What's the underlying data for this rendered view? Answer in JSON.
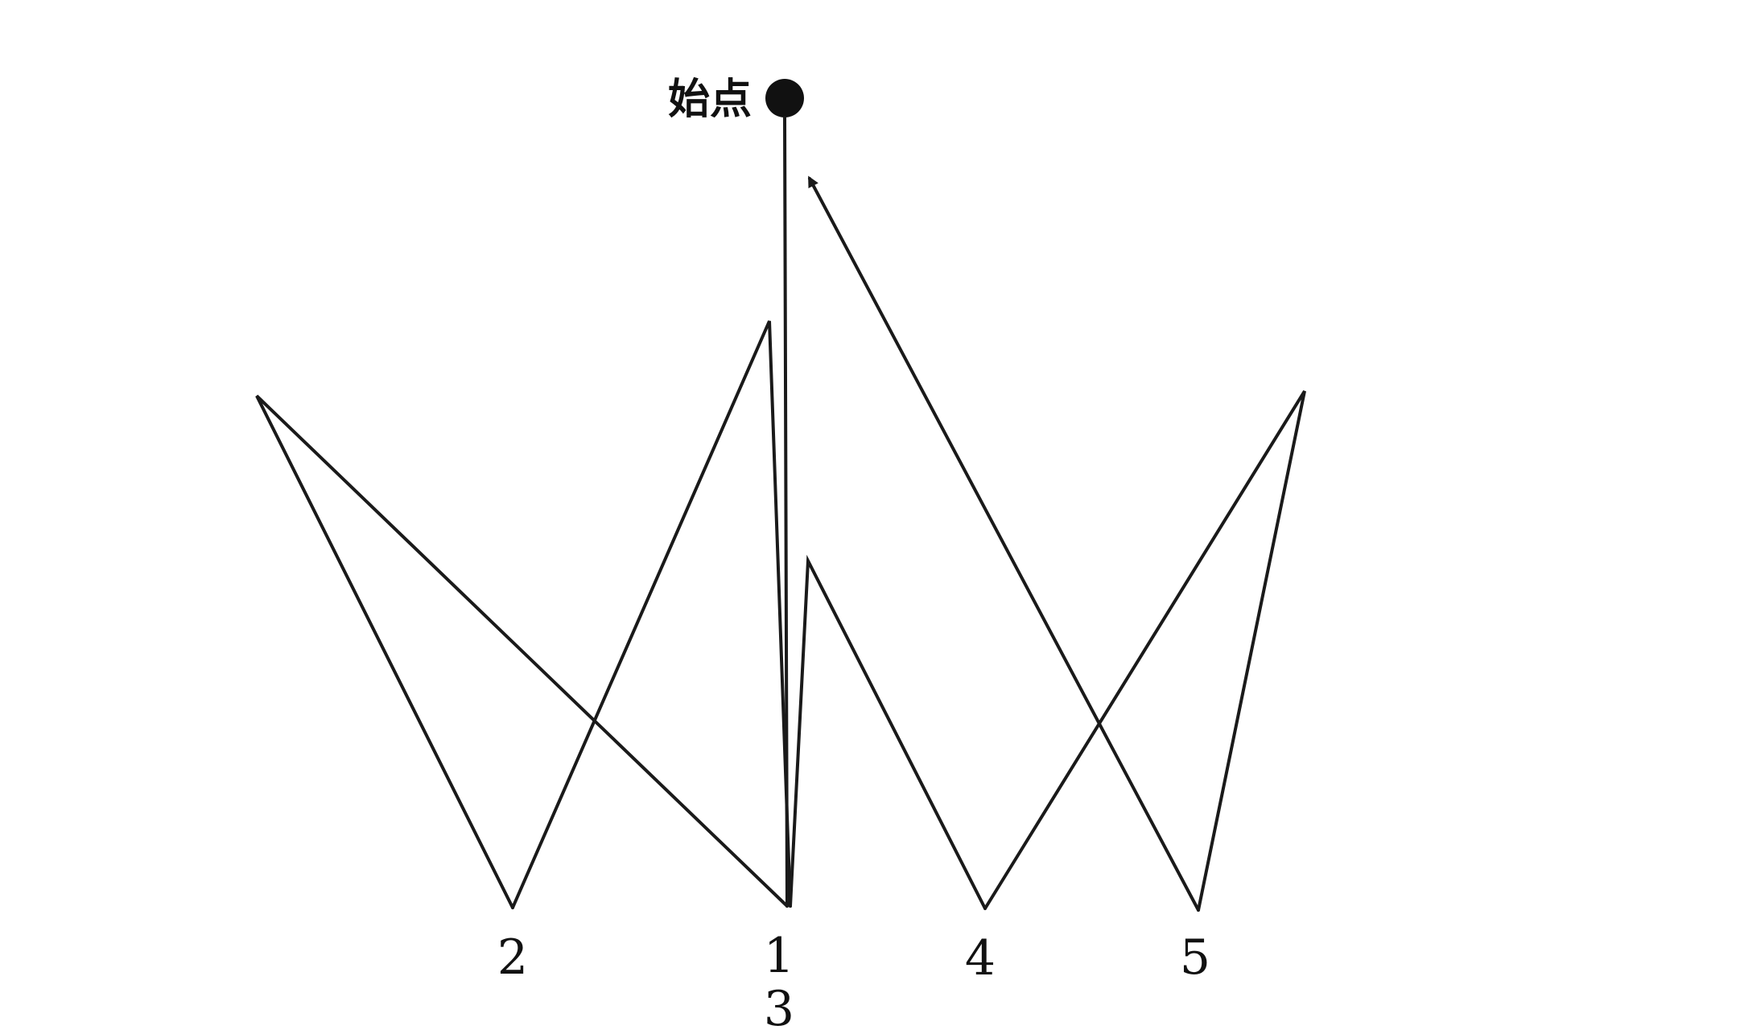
{
  "start": {
    "label": "始点"
  },
  "positions": {
    "p2": "2",
    "p1": "1",
    "p3": "3",
    "p4": "4",
    "p5": "5"
  },
  "colors": {
    "ink": "#1a1a1a",
    "background": "#ffffff"
  }
}
